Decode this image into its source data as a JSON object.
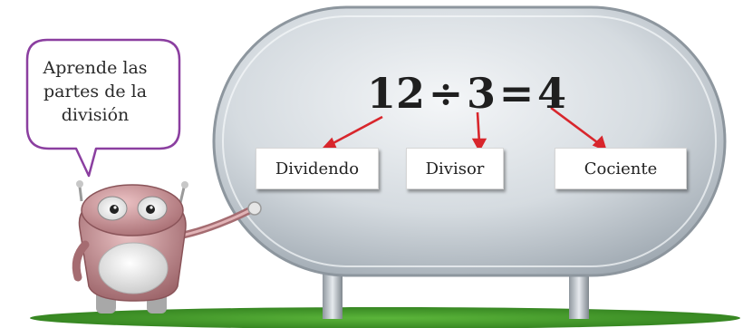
{
  "speech_bubble": {
    "lines": [
      "Aprende las",
      "partes de la",
      "división"
    ]
  },
  "equation": {
    "dividend": "12",
    "divide_sign": "÷",
    "divisor": "3",
    "equals_sign": "=",
    "quotient": "4"
  },
  "labels": {
    "dividend": "Dividendo",
    "divisor": "Divisor",
    "quotient": "Cociente"
  },
  "colors": {
    "arrow": "#d8262c",
    "bubble_border": "#8b3fa0",
    "board": "#c9d0d6",
    "ground": "#3f9a2a",
    "robot_head": "#c98f93"
  }
}
